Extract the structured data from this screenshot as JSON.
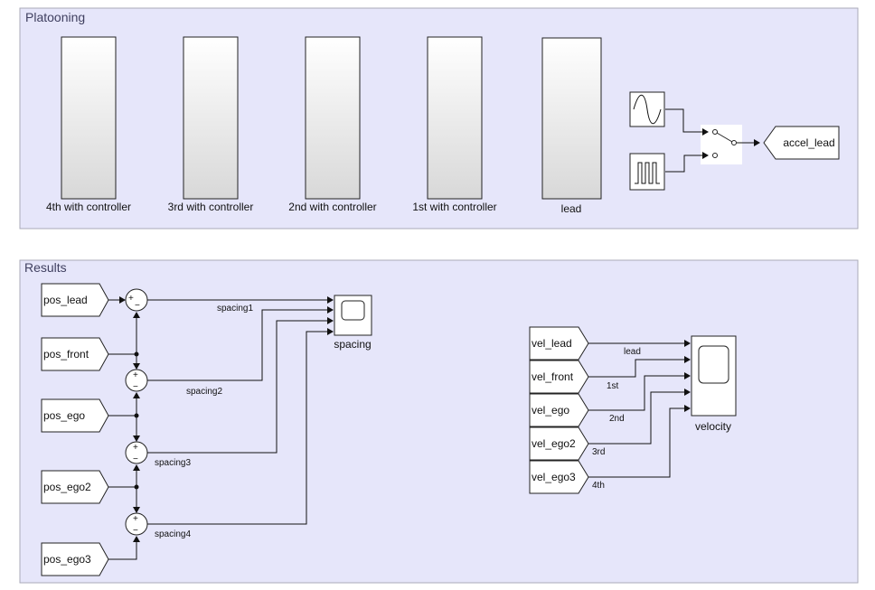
{
  "platooning": {
    "title": "Platooning",
    "subsystems": [
      {
        "label": "4th with controller"
      },
      {
        "label": "3rd with controller"
      },
      {
        "label": "2nd with controller"
      },
      {
        "label": "1st with controller"
      },
      {
        "label": "lead"
      }
    ],
    "sine_icon": "sine-wave-icon",
    "pulse_icon": "pulse-train-icon",
    "switch_icon": "manual-switch-icon",
    "goto_tag": "accel_lead"
  },
  "results": {
    "title": "Results",
    "pos_tags": [
      "pos_lead",
      "pos_front",
      "pos_ego",
      "pos_ego2",
      "pos_ego3"
    ],
    "sum_signs": [
      {
        "plus": "+",
        "minus": "−",
        "layout": "left"
      },
      {
        "plus": "+",
        "minus": "−",
        "layout": "top"
      },
      {
        "plus": "+",
        "minus": "−",
        "layout": "top"
      },
      {
        "plus": "+",
        "minus": "−",
        "layout": "top"
      }
    ],
    "spacing_signals": [
      "spacing1",
      "spacing2",
      "spacing3",
      "spacing4"
    ],
    "spacing_scope": "spacing",
    "vel_tags": [
      "vel_lead",
      "vel_front",
      "vel_ego",
      "vel_ego2",
      "vel_ego3"
    ],
    "vel_signals": [
      "lead",
      "1st",
      "2nd",
      "3rd",
      "4th"
    ],
    "velocity_scope": "velocity",
    "scope_icon": "scope-screen-icon"
  }
}
